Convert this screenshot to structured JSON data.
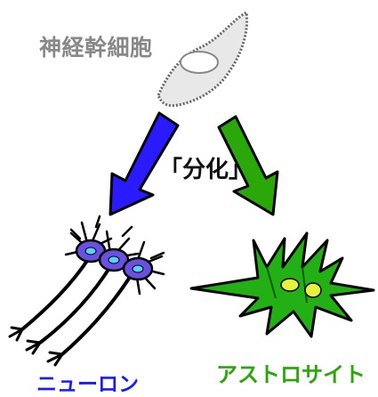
{
  "labels": {
    "stem_cell": "神経幹細胞",
    "differentiation": "「分化」",
    "neuron": "ニューロン",
    "astrocyte": "アストロサイト"
  },
  "colors": {
    "stem_text": "#888888",
    "neuron_arrow": "#2a1aff",
    "astro_arrow": "#2aa80a",
    "neuron_label": "#1a1aff",
    "astro_label": "#2aa80a",
    "neuron_body": "#6a4fe0",
    "astro_body": "#22b014",
    "astro_nucleus": "#e6f23c"
  },
  "icons": [
    "stem-cell-icon",
    "neuron-cells-icon",
    "astrocyte-cells-icon",
    "neuron-arrow-icon",
    "astrocyte-arrow-icon"
  ]
}
